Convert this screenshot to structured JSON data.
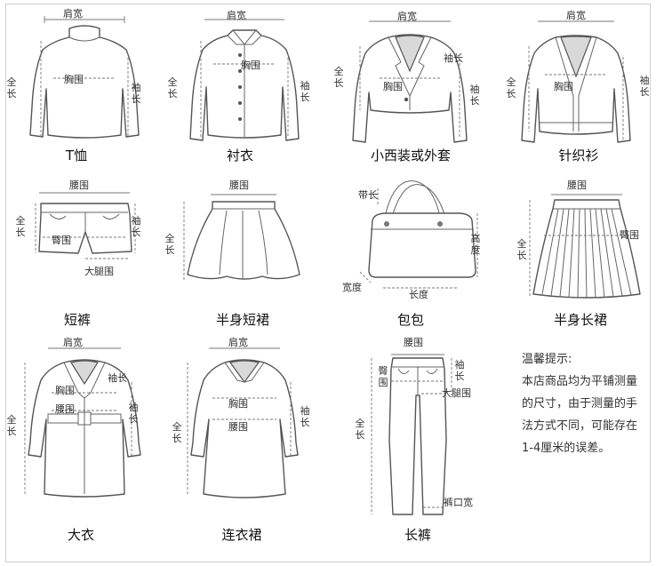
{
  "labels": {
    "shoulder": "肩宽",
    "full_length": "全长",
    "sleeve": "袖长",
    "chest": "胸围",
    "waist": "腰围",
    "hip": "臀围",
    "thigh": "大腿围",
    "strap": "带长",
    "height": "高度",
    "width": "宽度",
    "length": "长度",
    "hem": "裤口宽"
  },
  "items": {
    "tshirt": "T恤",
    "shirt": "衬衣",
    "blazer": "小西装或外套",
    "knit": "针织衫",
    "shorts": "短裤",
    "short_skirt": "半身短裙",
    "bag": "包包",
    "long_skirt": "半身长裙",
    "coat": "大衣",
    "dress": "连衣裙",
    "pants": "长裤"
  },
  "notice": {
    "title": "温馨提示:",
    "lines": [
      "本店商品均为平铺测量",
      "的尺寸，由于测量的手",
      "法方式不同，可能存在",
      "1-4厘米的误差。"
    ]
  }
}
